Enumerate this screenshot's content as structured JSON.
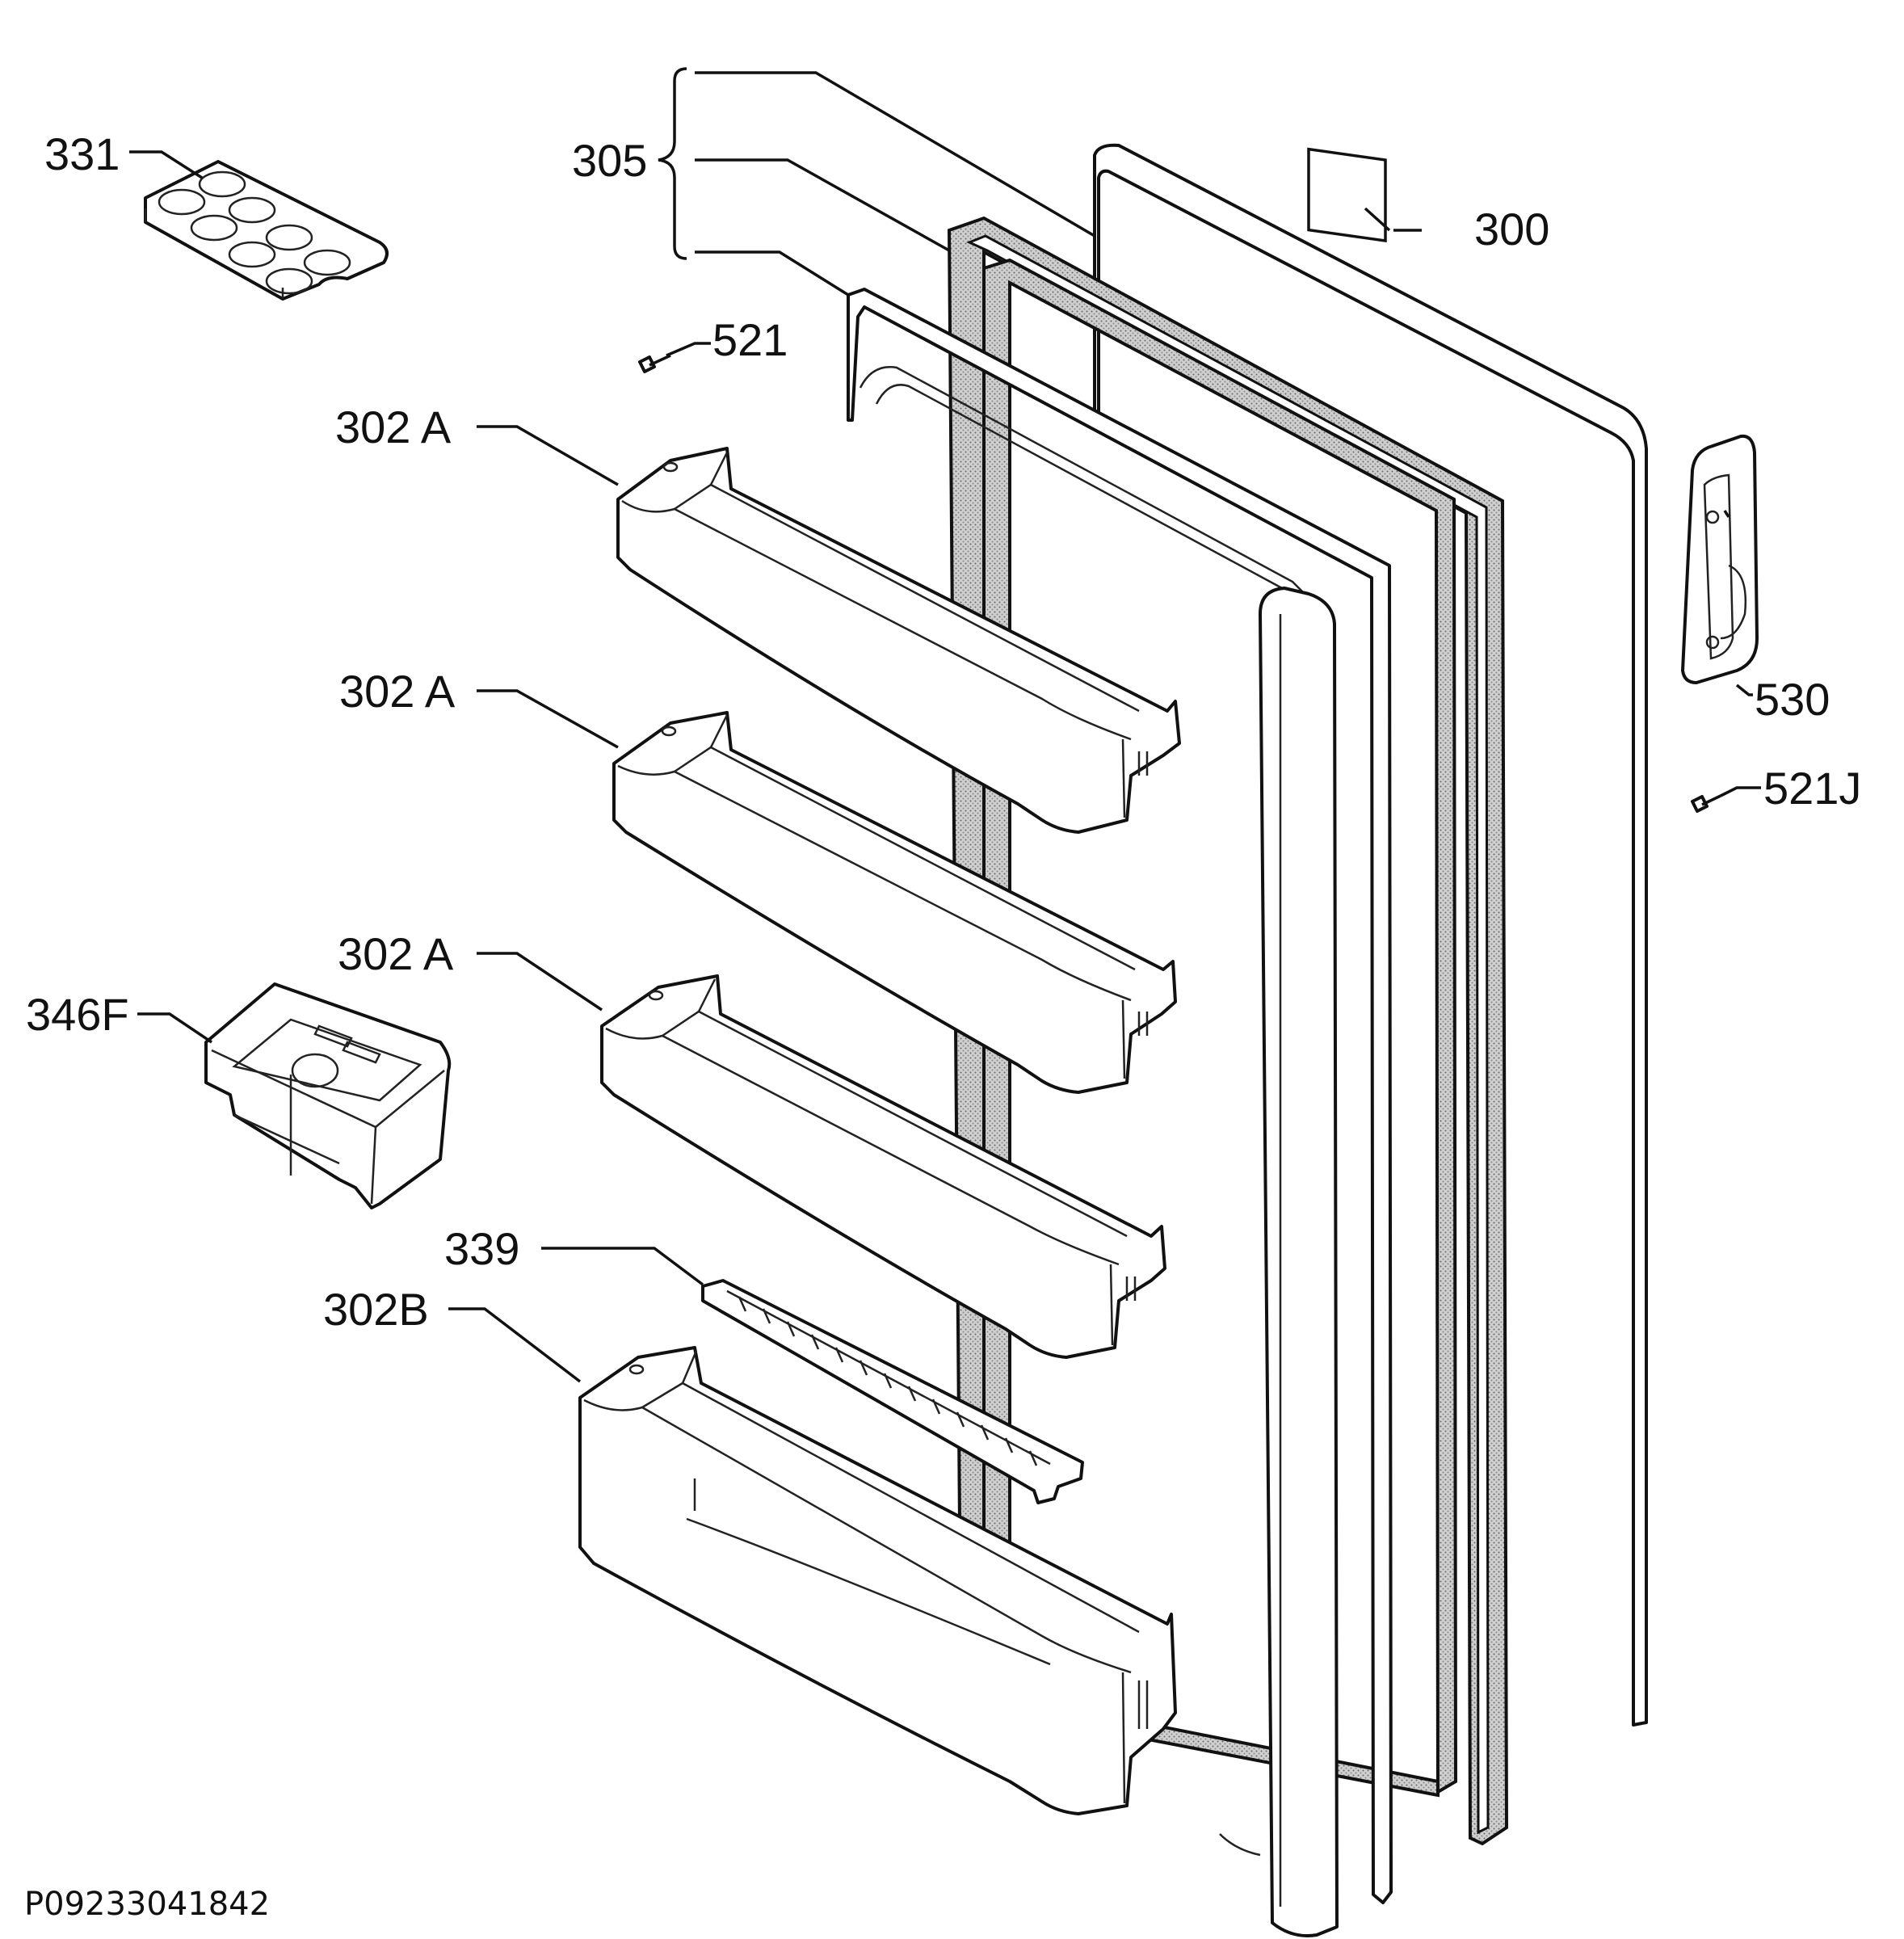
{
  "diagram": {
    "labels": {
      "l331": "331",
      "l305": "305",
      "l300": "300",
      "l521": "521",
      "l302a_1": "302 A",
      "l302a_2": "302 A",
      "l302a_3": "302 A",
      "l530": "530",
      "l521j": "521J",
      "l346f": "346F",
      "l339": "339",
      "l302b": "302B"
    },
    "drawing_code": "P09233041842"
  }
}
